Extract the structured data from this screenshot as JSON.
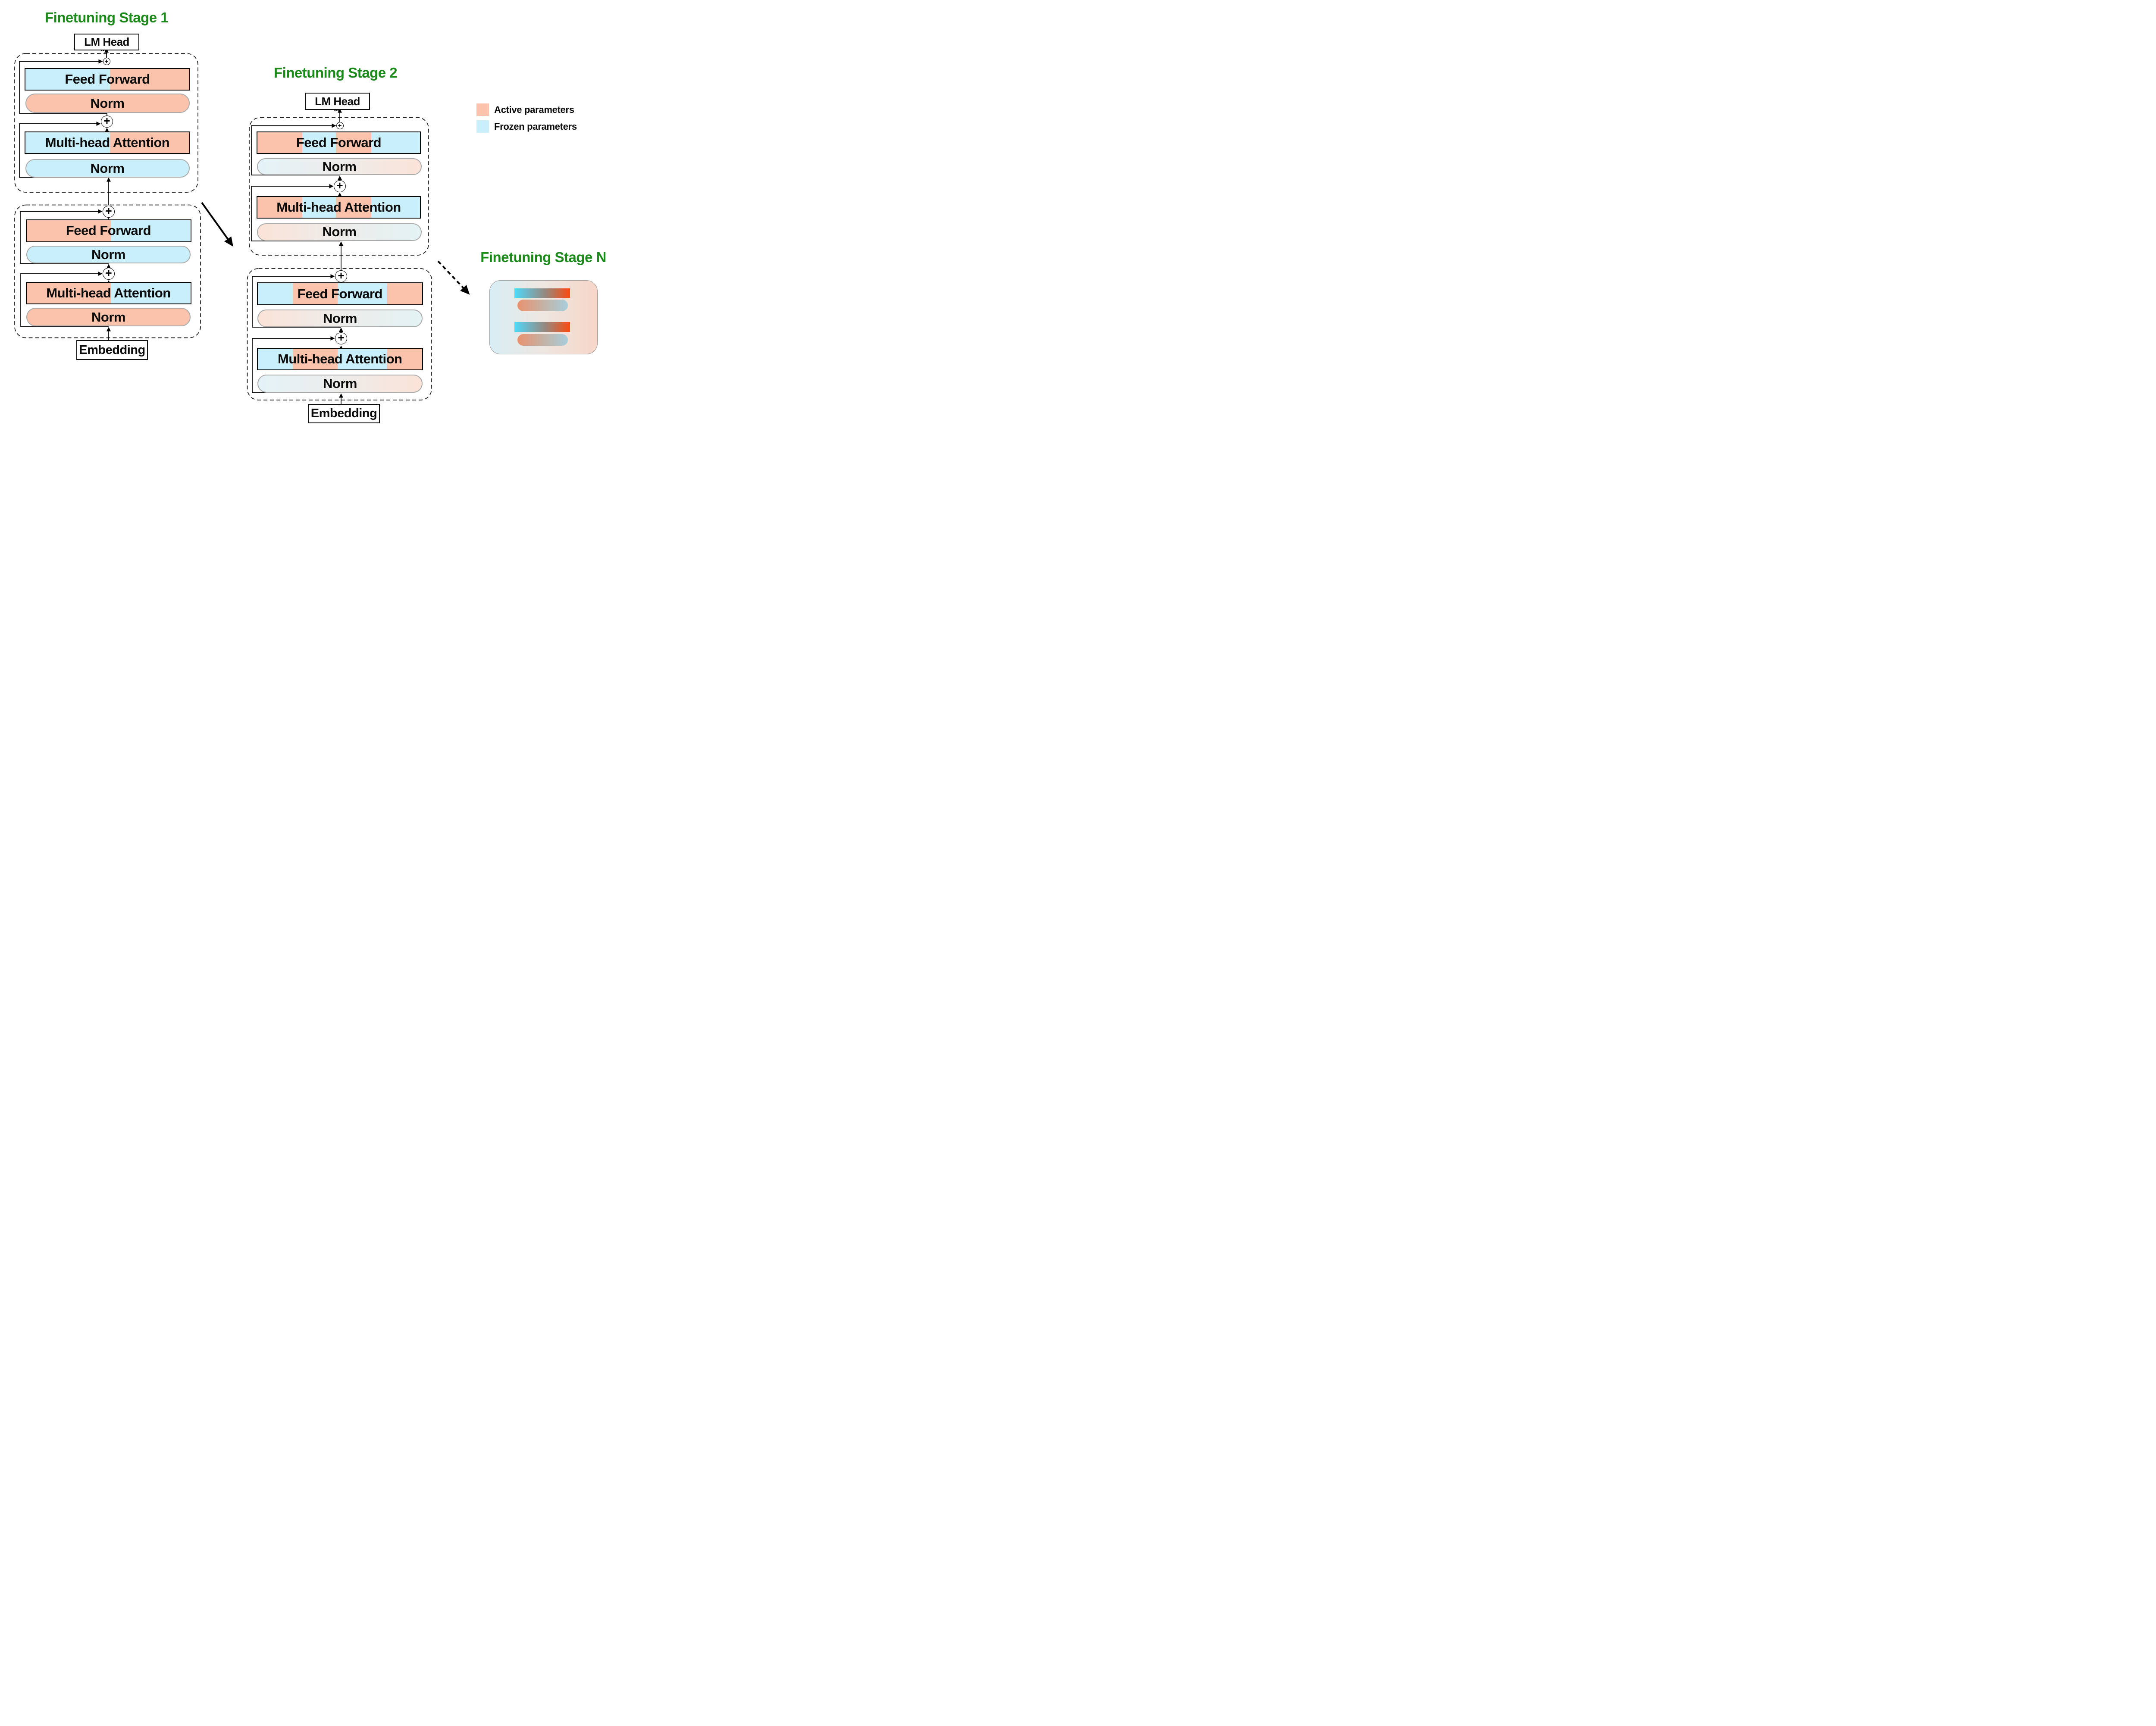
{
  "titles": {
    "stage1": "Finetuning Stage 1",
    "stage2": "Finetuning Stage 2",
    "stage_n": "Finetuning Stage N"
  },
  "labels": {
    "lm_head": "LM Head",
    "embedding": "Embedding",
    "feed_forward": "Feed Forward",
    "multi_head_attention": "Multi-head Attention",
    "norm": "Norm"
  },
  "legend": {
    "active": {
      "label": "Active parameters",
      "color": "#fbc3ab"
    },
    "frozen": {
      "label": "Frozen parameters",
      "color": "#c9effa"
    }
  },
  "icons": {
    "plus": "+",
    "dots": "•••"
  },
  "colors": {
    "title_green": "#1b8a1b",
    "active": "#fbc3ab",
    "frozen": "#c9effa",
    "norm_grad_frozen_to_active": "linear-gradient(90deg,#e4f3f8,#edecea 50%,#fbe3d8)",
    "norm_grad_active_to_frozen": "linear-gradient(90deg,#fbe3d8,#edecea 50%,#e4f3f4)",
    "stage_n_bg": "linear-gradient(90deg,#d7eef5,#eee6e0 50%,#f6d6c8)",
    "bar_sharp": "linear-gradient(90deg,#4ed8fa,#95897f 55%,#fa4b10)",
    "bar_pill": "linear-gradient(90deg,#e9926f,#c2b4a9 55%,#a8cedc)"
  },
  "stage1": {
    "top_layer": {
      "pattern": [
        {
          "c": "#c9effa",
          "w": "51.5%"
        },
        {
          "c": "#fbc3ab",
          "w": "48.5%"
        }
      ],
      "norm_ff": "#fbc3ab",
      "norm_mha": "#c9effa"
    },
    "bottom_layer": {
      "pattern": [
        {
          "c": "#fbc3ab",
          "w": "51.5%"
        },
        {
          "c": "#c9effa",
          "w": "48.5%"
        }
      ],
      "norm_ff": "#c9effa",
      "norm_mha": "#fbc3ab"
    }
  },
  "stage2": {
    "top_layer": {
      "pattern": [
        {
          "c": "#fbc3ab",
          "w": "27.7%"
        },
        {
          "c": "#c9effa",
          "w": "20.5%"
        },
        {
          "c": "#fbc3ab",
          "w": "21.7%"
        },
        {
          "c": "#c9effa",
          "w": "30.1%"
        }
      ],
      "norm_ff": "linear-gradient(90deg,#e4f3f8,#edecea 50%,#fbe3d8)",
      "norm_mha": "linear-gradient(90deg,#fbe3d8,#edecea 50%,#e4f3f4)"
    },
    "bottom_layer": {
      "pattern": [
        {
          "c": "#c9effa",
          "w": "21.2%"
        },
        {
          "c": "#fbc3ab",
          "w": "27.3%"
        },
        {
          "c": "#c9effa",
          "w": "30.3%"
        },
        {
          "c": "#fbc3ab",
          "w": "21.2%"
        }
      ],
      "norm_ff": "linear-gradient(90deg,#fbe3d8,#edecea 50%,#e4f3f4)",
      "norm_mha": "linear-gradient(90deg,#e4f3f8,#edecea 50%,#fbe3d8)"
    }
  },
  "stage_n": {
    "bars": [
      {
        "bg": "linear-gradient(90deg,#4ed8fa,#95897f 55%,#fa4b10)"
      },
      {
        "bg": "linear-gradient(90deg,#e9926f,#c2b4a9 55%,#a8cedc)"
      },
      {
        "bg": "linear-gradient(90deg,#4ed8fa,#95897f 55%,#fa4b10)"
      },
      {
        "bg": "linear-gradient(90deg,#e9926f,#c2b4a9 55%,#a8cedc)"
      }
    ]
  }
}
